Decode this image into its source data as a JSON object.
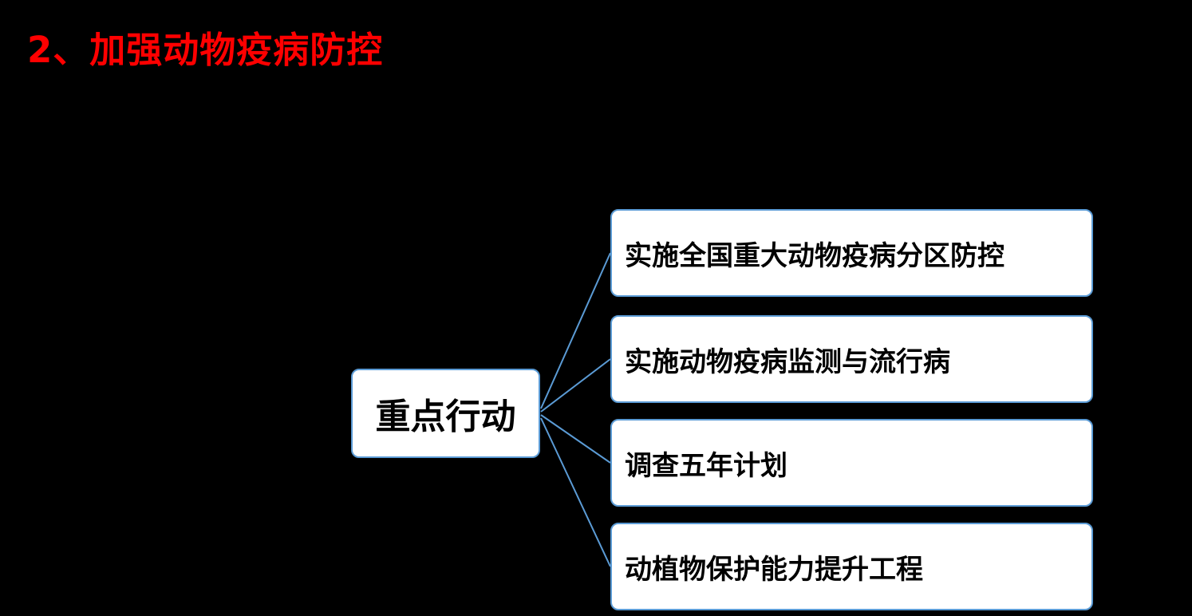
{
  "title": "2、加强动物疫病防控",
  "diagram": {
    "root": {
      "label": "重点行动"
    },
    "branches": [
      {
        "label": "实施全国重大动物疫病分区防控"
      },
      {
        "label": "实施动物疫病监测与流行病"
      },
      {
        "label": "调查五年计划"
      },
      {
        "label": "动植物保护能力提升工程"
      }
    ]
  },
  "colors": {
    "background": "#000000",
    "title_text": "#FF0000",
    "node_fill": "#FFFFFF",
    "node_border": "#5B9BD5",
    "connector": "#5B9BD5",
    "node_text": "#000000"
  }
}
